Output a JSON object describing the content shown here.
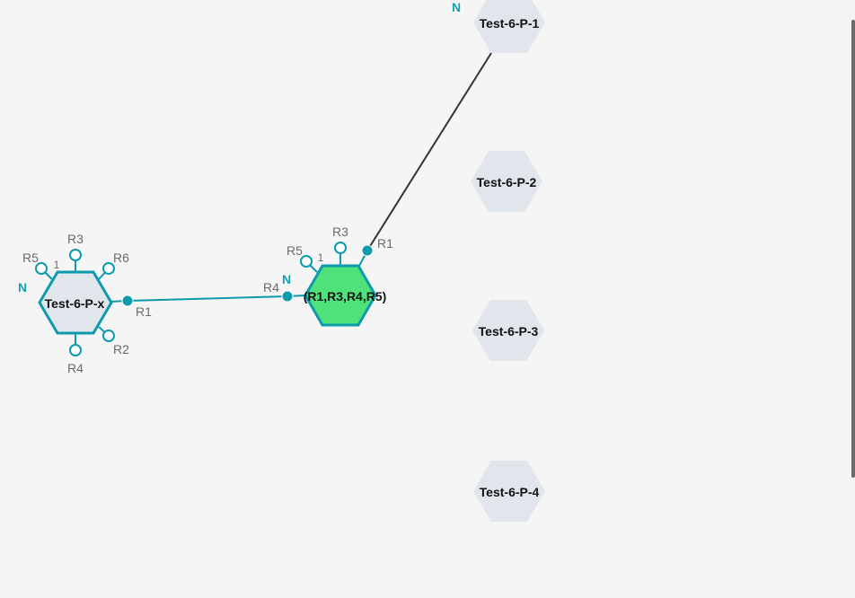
{
  "colors": {
    "background": "#f5f5f5",
    "teal": "#0c9aac",
    "hex_gray": "#e1e5ec",
    "hex_green": "#4fe27a",
    "link_dark": "#333333",
    "label_gray": "#6b6b6b",
    "n_label": "#12a2b4"
  },
  "nodes": {
    "x": {
      "title": "Test-6-P-x",
      "n_label": "N",
      "index_label": "1",
      "r_labels": {
        "r1": "R1",
        "r2": "R2",
        "r3": "R3",
        "r4": "R4",
        "r5": "R5",
        "r6": "R6"
      }
    },
    "center": {
      "title": "(R1,R3,R4,R5)",
      "n_label": "N",
      "index_label": "1",
      "r_labels": {
        "r1": "R1",
        "r3": "R3",
        "r4": "R4",
        "r5": "R5"
      }
    },
    "p1": {
      "title": "Test-6-P-1",
      "n_label": "N"
    },
    "p2": {
      "title": "Test-6-P-2"
    },
    "p3": {
      "title": "Test-6-P-3"
    },
    "p4": {
      "title": "Test-6-P-4"
    }
  }
}
